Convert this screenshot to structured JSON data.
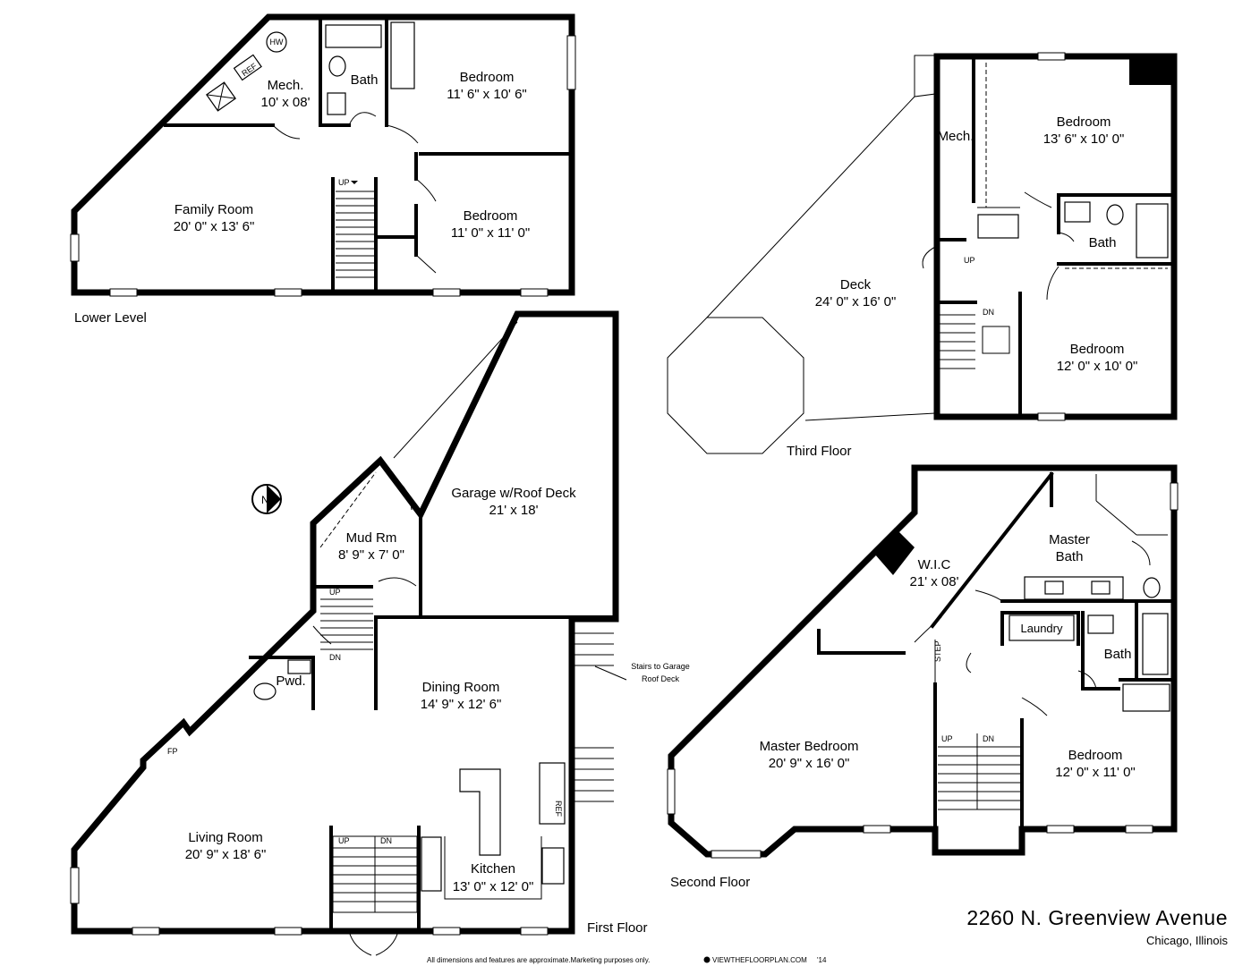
{
  "address": "2260 N. Greenview Avenue",
  "city": "Chicago, Illinois",
  "disclaimer": "All dimensions and features are approximate.Marketing purposes only.",
  "watermark": "VIEWTHEFLOORPLAN.COM",
  "watermark_year": "'14",
  "floors": {
    "lower": {
      "label": "Lower Level",
      "rooms": [
        {
          "name": "Mech.",
          "dims": "10' x 08'"
        },
        {
          "name": "Bath",
          "dims": ""
        },
        {
          "name": "Bedroom",
          "dims": "11' 6\" x 10' 6\""
        },
        {
          "name": "Family Room",
          "dims": "20' 0\" x 13' 6\""
        },
        {
          "name": "Bedroom",
          "dims": "11' 0\" x 11' 0\""
        }
      ]
    },
    "first": {
      "label": "First Floor",
      "rooms": [
        {
          "name": "Garage w/Roof Deck",
          "dims": "21' x 18'"
        },
        {
          "name": "Mud Rm",
          "dims": "8' 9\" x 7' 0\""
        },
        {
          "name": "Dining Room",
          "dims": "14' 9\" x 12' 6\""
        },
        {
          "name": "Living Room",
          "dims": "20' 9\" x 18' 6\""
        },
        {
          "name": "Kitchen",
          "dims": "13' 0\" x 12' 0\""
        },
        {
          "name": "Pwd.",
          "dims": ""
        }
      ],
      "stairs_note": [
        "Stairs to Garage",
        "Roof Deck"
      ]
    },
    "third": {
      "label": "Third Floor",
      "rooms": [
        {
          "name": "Mech.",
          "dims": ""
        },
        {
          "name": "Bedroom",
          "dims": "13' 6\" x 10' 0\""
        },
        {
          "name": "Bath",
          "dims": ""
        },
        {
          "name": "Deck",
          "dims": "24' 0\" x 16' 0\""
        },
        {
          "name": "Bedroom",
          "dims": "12' 0\" x 10' 0\""
        }
      ]
    },
    "second": {
      "label": "Second Floor",
      "rooms": [
        {
          "name": "W.I.C",
          "dims": "21' x 08'"
        },
        {
          "name": "Master",
          "dims": "Bath"
        },
        {
          "name": "Laundry",
          "dims": ""
        },
        {
          "name": "Bath",
          "dims": ""
        },
        {
          "name": "Master Bedroom",
          "dims": "20' 9\" x 16' 0\""
        },
        {
          "name": "Bedroom",
          "dims": "12' 0\" x 11' 0\""
        }
      ]
    }
  },
  "fixtures": {
    "hw": "HW",
    "ref": "REF",
    "up": "UP",
    "dn": "DN",
    "fp": "FP",
    "step": "STEP",
    "compass": "N"
  }
}
